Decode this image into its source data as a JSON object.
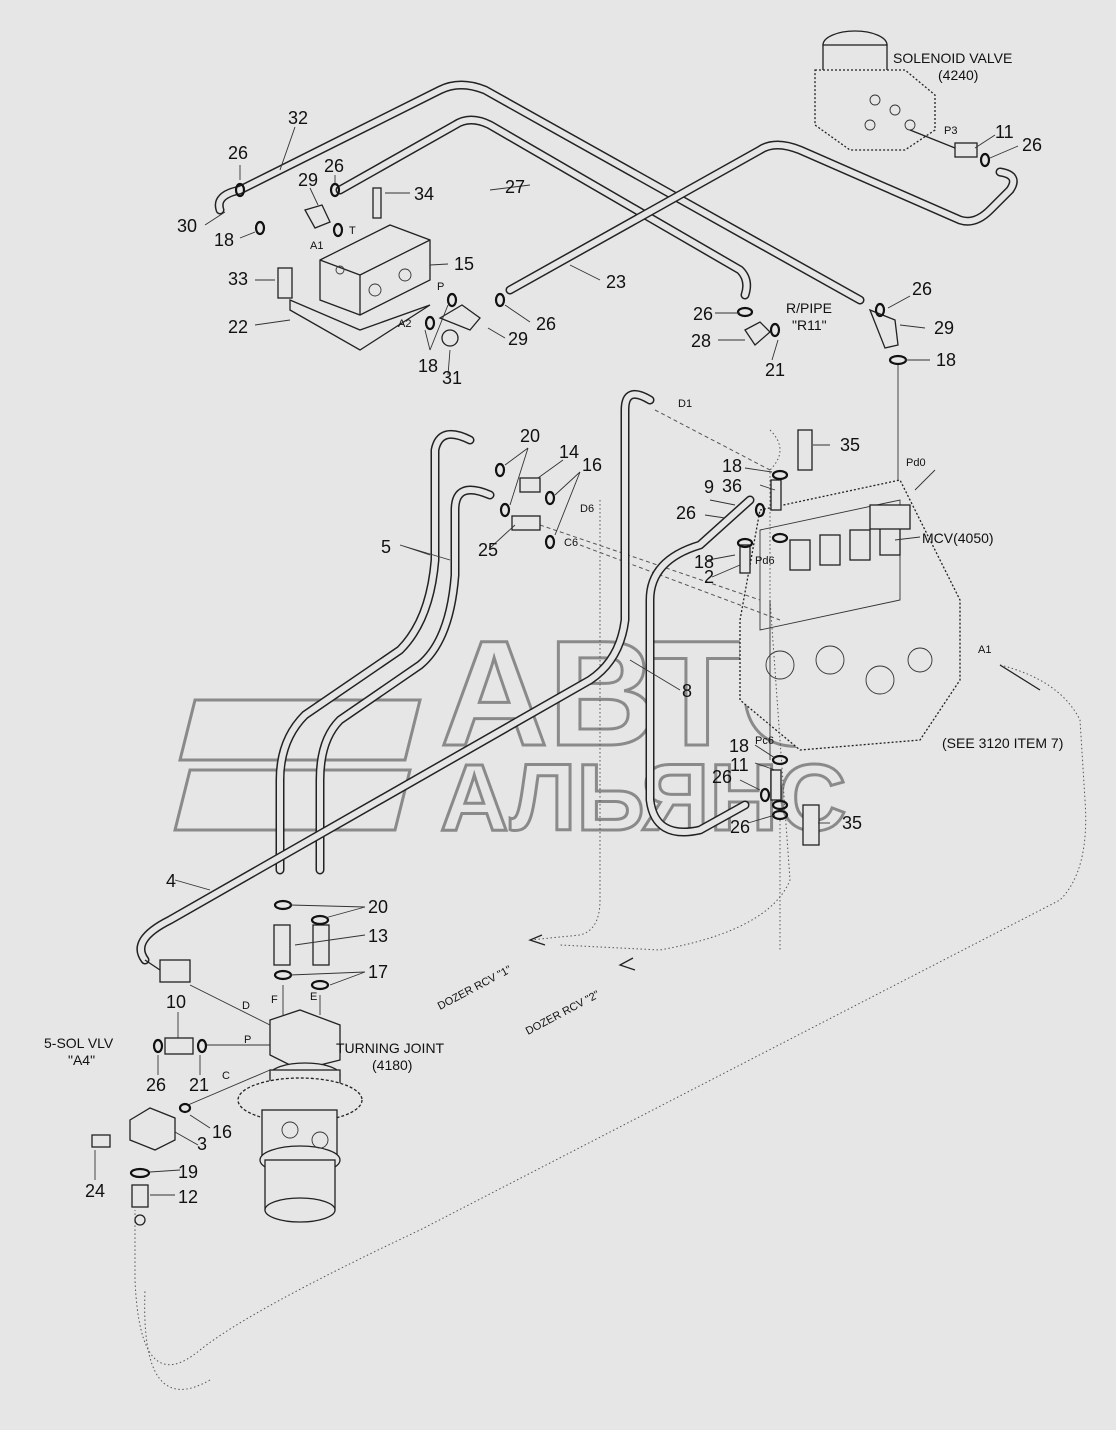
{
  "components": {
    "solenoid_valve": {
      "name": "SOLENOID VALVE",
      "ref": "(4240)"
    },
    "mcv": {
      "name": "MCV(4050)"
    },
    "turning_joint": {
      "name": "TURNING JOINT",
      "ref": "(4180)"
    },
    "see_note": "(SEE 3120 ITEM 7)",
    "rpipe": {
      "line1": "R/PIPE",
      "line2": "\"R11\""
    },
    "sol_vlv": {
      "line1": "5-SOL VLV",
      "line2": "\"A4\""
    },
    "dozer1": "DOZER RCV \"1\"",
    "dozer2": "DOZER RCV \"2\""
  },
  "ports": {
    "P3": "P3",
    "A1_block": "A1",
    "T": "T",
    "P": "P",
    "A2": "A2",
    "D1": "D1",
    "D6": "D6",
    "C6": "C6",
    "Pd6": "Pd6",
    "Pd0": "Pd0",
    "A1_mcv": "A1",
    "Pc6": "Pc6",
    "D": "D",
    "F": "F",
    "E": "E",
    "P_tj": "P",
    "C": "C"
  },
  "watermark": {
    "line1": "АВТО",
    "line2": "АЛЬЯНС"
  },
  "callouts": [
    "32",
    "26",
    "26",
    "29",
    "34",
    "27",
    "30",
    "18",
    "15",
    "33",
    "22",
    "18",
    "31",
    "29",
    "26",
    "23",
    "26",
    "28",
    "21",
    "26",
    "29",
    "18",
    "11",
    "26",
    "20",
    "14",
    "16",
    "5",
    "25",
    "18",
    "36",
    "9",
    "26",
    "18",
    "2",
    "35",
    "8",
    "18",
    "11",
    "26",
    "26",
    "35",
    "4",
    "20",
    "13",
    "17",
    "10",
    "26",
    "21",
    "16",
    "3",
    "19",
    "24",
    "12"
  ]
}
